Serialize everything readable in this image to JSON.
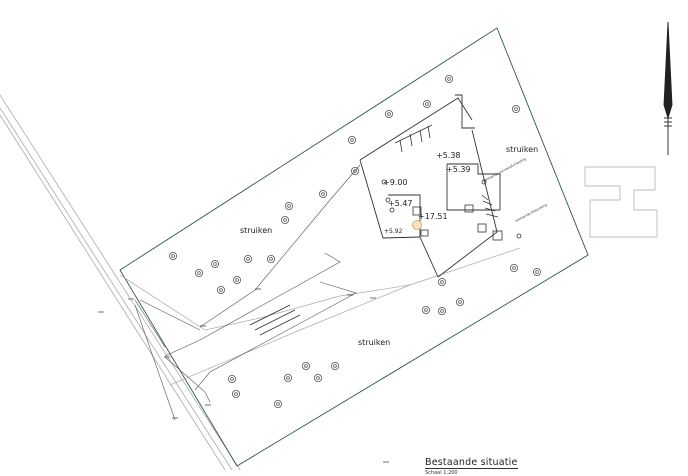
{
  "labels": {
    "shrubs_north": "struiken",
    "shrubs_west": "struiken",
    "shrubs_south": "struiken"
  },
  "levels": {
    "l1": "+5.38",
    "l2": "+5.39",
    "l3": "+9.00",
    "l4": "+5.47",
    "l5": "+17.51",
    "l6": "+5.92"
  },
  "annotations": {
    "diag1": "bestaande perceelafscheiding",
    "diag2": "bestaande bebouwing"
  },
  "title": {
    "main": "Bestaande situatie",
    "scale": "Schaal 1:200"
  },
  "colors": {
    "line": "#333333",
    "boundary": "#2e5a3c",
    "light": "#aaaaaa",
    "tree": "#555555",
    "highlight": "#d9a35a"
  }
}
